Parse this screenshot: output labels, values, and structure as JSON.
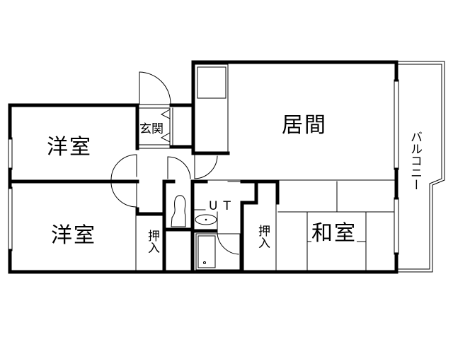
{
  "floor_plan": {
    "rooms": {
      "western_room_top": "洋室",
      "western_room_bottom": "洋室",
      "entrance": "玄関",
      "living": "居間",
      "balcony": "バルコニー",
      "unit_bath": "UT",
      "closet_left": "押入",
      "closet_right": "押入",
      "japanese_room": "和室"
    },
    "colors": {
      "wall": "#000000",
      "background": "#ffffff"
    }
  }
}
